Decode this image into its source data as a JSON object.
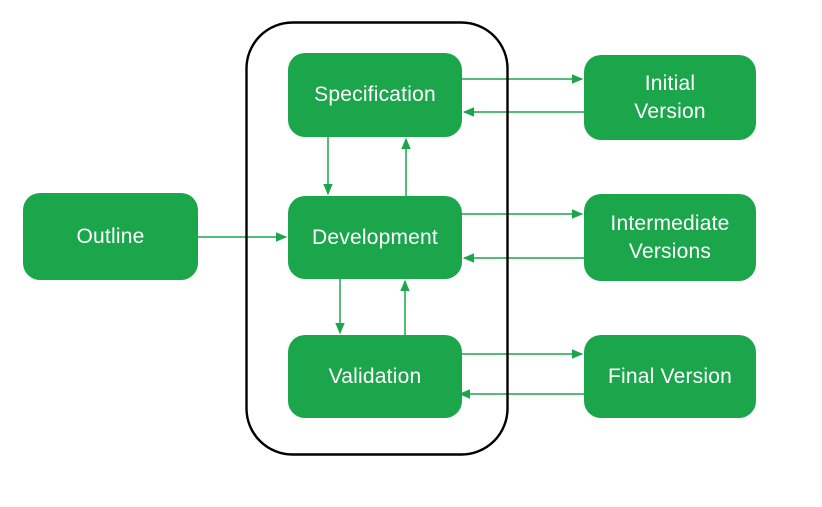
{
  "diagram": {
    "nodes": {
      "outline": {
        "label": "Outline"
      },
      "specification": {
        "label": "Specification"
      },
      "development": {
        "label": "Development"
      },
      "validation": {
        "label": "Validation"
      },
      "initial_version": {
        "label": "Initial\nVersion"
      },
      "intermediate_versions": {
        "label": "Intermediate\nVersions"
      },
      "final_version": {
        "label": "Final Version"
      }
    },
    "edges": [
      {
        "from": "outline",
        "to": "development"
      },
      {
        "from": "specification",
        "to": "initial_version"
      },
      {
        "from": "initial_version",
        "to": "specification"
      },
      {
        "from": "specification",
        "to": "development"
      },
      {
        "from": "development",
        "to": "specification"
      },
      {
        "from": "development",
        "to": "intermediate_versions"
      },
      {
        "from": "intermediate_versions",
        "to": "development"
      },
      {
        "from": "development",
        "to": "validation"
      },
      {
        "from": "validation",
        "to": "development"
      },
      {
        "from": "validation",
        "to": "final_version"
      },
      {
        "from": "final_version",
        "to": "validation"
      }
    ],
    "colors": {
      "node_fill": "#1CA64C",
      "node_text": "#FFFFFF",
      "arrow": "#1CA64C",
      "container_border": "#000000",
      "background": "#FFFFFF"
    }
  }
}
